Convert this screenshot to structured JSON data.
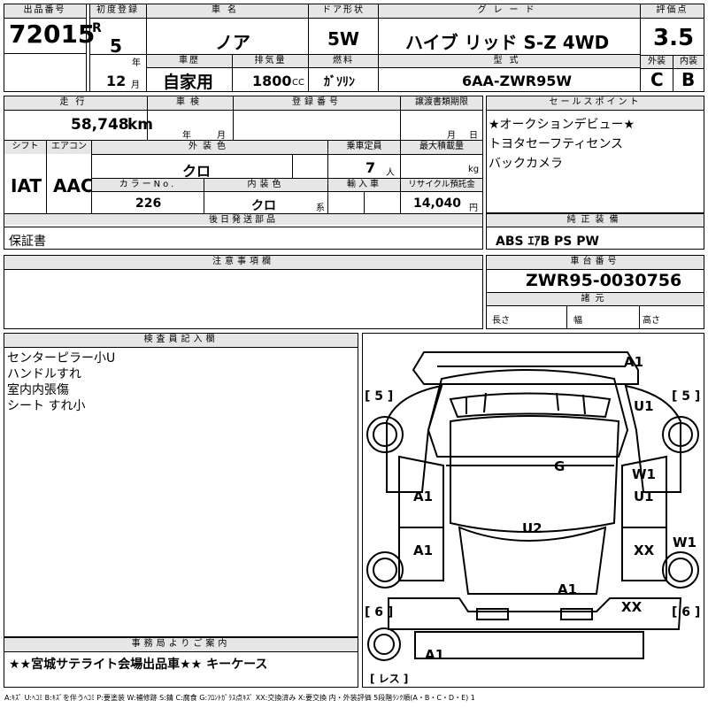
{
  "header": {
    "lot_label": "出品番号",
    "lot": "72015",
    "first_reg_label": "初度登録",
    "era": "R",
    "year": "5",
    "year_unit": "年",
    "month": "12",
    "month_unit": "月",
    "car_name_label": "車名",
    "car_name": "ノア",
    "door_label": "ドア形状",
    "door": "5W",
    "grade_label": "グレード",
    "grade": "ハイブ リッド S-Z  4WD",
    "score_label": "評価点",
    "score": "3.5",
    "history_label": "車歴",
    "history": "自家用",
    "displacement_label": "排気量",
    "displacement": "1800",
    "displacement_unit": "CC",
    "fuel_label": "燃料",
    "fuel": "ｶﾞｿﾘﾝ",
    "model_label": "型式",
    "model": "6AA-ZWR95W",
    "ext_label": "外装",
    "ext": "C",
    "int_label": "内装",
    "int": "B"
  },
  "row2": {
    "mileage_label": "走行",
    "mileage": "58,748",
    "mileage_unit": "km",
    "inspection_label": "車検",
    "insp_year_unit": "年",
    "insp_month_unit": "月",
    "reg_no_label": "登録番号",
    "transfer_label": "譲渡書類期限",
    "transfer_month_unit": "月",
    "transfer_day_unit": "日",
    "shift_label": "シフト",
    "shift": "IAT",
    "ac_label": "エアコン",
    "ac": "AAC",
    "exterior_color_label": "外装色",
    "exterior_color": "クロ",
    "capacity_label": "乗車定員",
    "capacity": "7",
    "capacity_unit": "人",
    "max_load_label": "最大積載量",
    "max_load_unit": "kg",
    "color_no_label": "カラーNo.",
    "color_no": "226",
    "interior_color_label": "内装色",
    "interior_color": "クロ",
    "interior_color_unit": "系",
    "import_label": "輸入車",
    "recycle_label": "リサイクル預託金",
    "recycle": "14,040",
    "recycle_unit": "円"
  },
  "sales_points": {
    "label": "セールスポイント",
    "lines": [
      "★オークションデビュー★",
      "トヨタセーフティセンス",
      "バックカメラ"
    ]
  },
  "later_parts": {
    "label": "後日発送部品",
    "value": "保証書"
  },
  "equipment": {
    "label": "純正装備",
    "value": "ABS ｴｱB PS PW"
  },
  "notes": {
    "label": "注意事項欄"
  },
  "chassis": {
    "label": "車台番号",
    "value": "ZWR95-0030756"
  },
  "specs": {
    "label": "諸元",
    "length_label": "長さ",
    "width_label": "幅",
    "height_label": "高さ"
  },
  "inspector": {
    "label": "検査員記入欄",
    "lines": [
      "センターピラー小U",
      "ハンドルすれ",
      "室内内張傷",
      "シート すれ小"
    ]
  },
  "office": {
    "label": "事務局よりご案内",
    "value": "★★宮城サテライト会場出品車★★  キーケース"
  },
  "diagram": {
    "marks": {
      "a1_front": "A1",
      "u1_front": "U1",
      "g": "G",
      "w1": "W1",
      "u1_mid": "U1",
      "a1_left_front": "A1",
      "a1_left_rear": "A1",
      "u2": "U2",
      "xx_right": "XX",
      "w1_right": "W1",
      "a1_rear": "A1",
      "xx_rear": "XX",
      "a1_spare": "A1"
    },
    "tires": {
      "fl": "5",
      "fr": "5",
      "rl": "6",
      "rr": "6",
      "spare": "レス"
    }
  },
  "legend": "A:ｷｽﾞ U:ﾍｺﾐ B:ｷｽﾞを伴うﾍｺﾐ P:要塗装 W:補修跡 S:錆 C:腐食 G:ﾌﾛﾝﾄｶﾞﾗｽ点ｷｽﾞ XX:交換済み X:要交換  内・外装評価 5段階ﾗﾝｸ順(A・B・C・D・E) 1"
}
